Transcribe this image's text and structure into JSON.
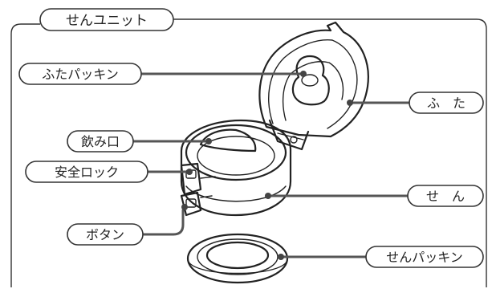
{
  "title": "せんユニット",
  "labels": {
    "futa_packing": "ふたパッキン",
    "inomiguchi": "飲み口",
    "anzen_lock": "安全ロック",
    "button": "ボタン",
    "futa": "ふ　た",
    "sen": "せ　ん",
    "sen_packing": "せんパッキン"
  }
}
